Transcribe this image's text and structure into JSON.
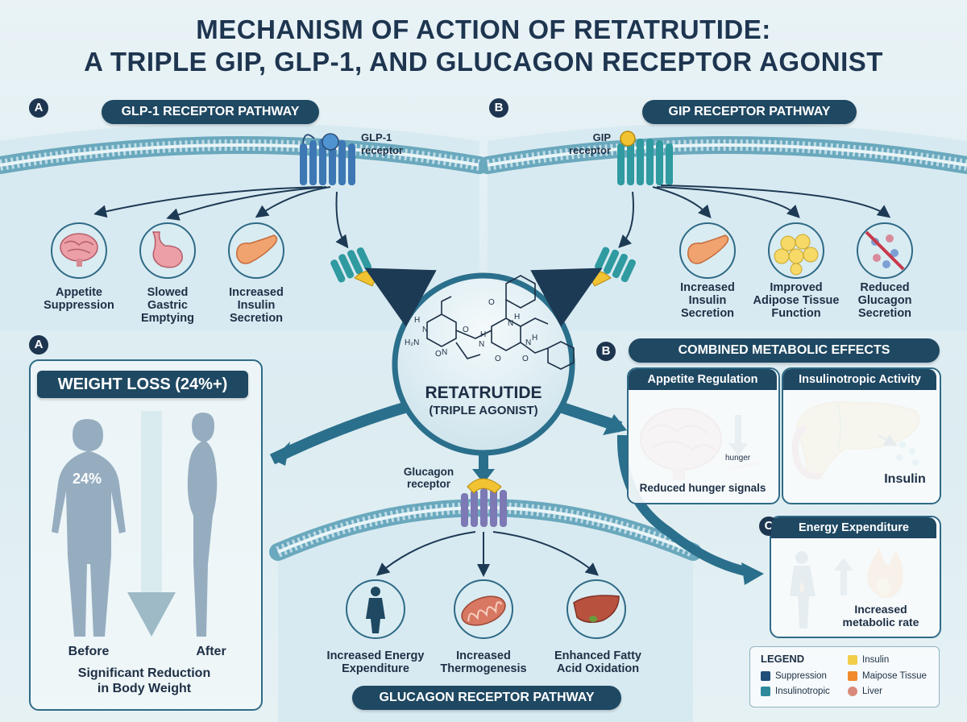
{
  "title": {
    "line1": "MECHANISM OF ACTION OF RETATRUTIDE:",
    "line2": "A TRIPLE GIP, GLP-1, AND GLUCAGON RECEPTOR AGONIST"
  },
  "glp1": {
    "badge": "A",
    "header": "GLP-1 RECEPTOR PATHWAY",
    "receptor_line1": "GLP-1",
    "receptor_line2": "receptor",
    "effects": [
      {
        "line1": "Appetite",
        "line2": "Suppression",
        "line3": ""
      },
      {
        "line1": "Slowed",
        "line2": "Gastric",
        "line3": "Emptying"
      },
      {
        "line1": "Increased",
        "line2": "Insulin",
        "line3": "Secretion"
      }
    ]
  },
  "gip": {
    "badge": "B",
    "header": "GIP RECEPTOR PATHWAY",
    "receptor_line1": "GIP",
    "receptor_line2": "receptor",
    "effects": [
      {
        "line1": "Increased",
        "line2": "Insulin",
        "line3": "Secretion"
      },
      {
        "line1": "Improved",
        "line2": "Adipose Tissue",
        "line3": "Function"
      },
      {
        "line1": "Reduced",
        "line2": "Glucagon",
        "line3": "Secretion"
      }
    ]
  },
  "center": {
    "name_line1": "RETATRUTIDE",
    "name_line2": "(TRIPLE AGONIST)",
    "chem_labels": [
      "H",
      "N",
      "H₂N",
      "O",
      "N",
      "N",
      "H",
      "O",
      "O",
      "N",
      "H",
      "O",
      "N",
      "H",
      "O"
    ]
  },
  "weight": {
    "badge": "A",
    "header": "WEIGHT LOSS (24%+)",
    "percent": "24%",
    "before": "Before",
    "after": "After",
    "caption_line1": "Significant Reduction",
    "caption_line2": "in Body Weight"
  },
  "glucagon": {
    "receptor_line1": "Glucagon",
    "receptor_line2": "receptor",
    "header": "GLUCAGON RECEPTOR PATHWAY",
    "effects": [
      {
        "line1": "Increased Energy",
        "line2": "Expenditure"
      },
      {
        "line1": "Increased",
        "line2": "Thermogenesis"
      },
      {
        "line1": "Enhanced Fatty",
        "line2": "Acid Oxidation"
      }
    ]
  },
  "combined": {
    "badge": "B",
    "header": "COMBINED METABOLIC EFFECTS",
    "appetite_title": "Appetite Regulation",
    "appetite_hunger": "hunger",
    "appetite_caption": "Reduced hunger signals",
    "insulin_title": "Insulinotropic Activity",
    "insulin_caption": "Insulin"
  },
  "energy": {
    "badge": "C",
    "header": "Energy Expenditure",
    "caption_line1": "Increased",
    "caption_line2": "metabolic rate"
  },
  "legend": {
    "title": "LEGEND",
    "items": [
      {
        "label": "Suppression",
        "color": "#1f4e79"
      },
      {
        "label": "Insulinotropic",
        "color": "#2e8a9a"
      },
      {
        "label": "Insulin",
        "color": "#f2cd4a"
      },
      {
        "label": "Maipose Tissue",
        "color": "#f08a2c"
      },
      {
        "label": "Liver",
        "color": "#d98a7a"
      }
    ]
  },
  "colors": {
    "navy": "#1f4862",
    "glp1_receptor": "#3d78b4",
    "gip_receptor": "#2f9aa0",
    "glucagon_receptor": "#7c79b4",
    "ligand": "#f1c232",
    "arrow": "#2a6f8c"
  }
}
